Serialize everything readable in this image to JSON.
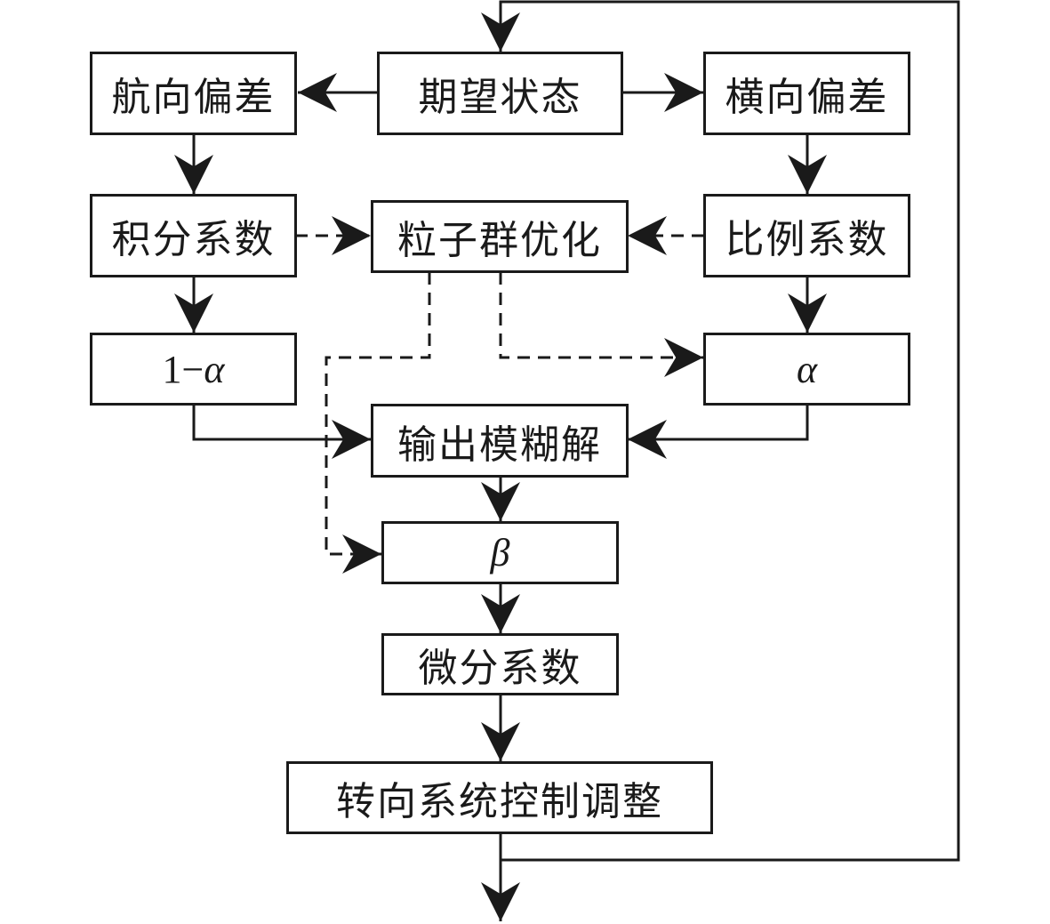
{
  "nodes": {
    "expected_state": "期望状态",
    "heading_deviation": "航向偏差",
    "lateral_deviation": "横向偏差",
    "integral_coefficient": "积分系数",
    "pso": "粒子群优化",
    "proportional_coefficient": "比例系数",
    "one_minus_alpha_prefix": "1−",
    "one_minus_alpha_symbol": "α",
    "alpha": "α",
    "output_defuzzification": "输出模糊解",
    "beta": "β",
    "differential_coefficient": "微分系数",
    "steering_control_adjustment": "转向系统控制调整"
  }
}
